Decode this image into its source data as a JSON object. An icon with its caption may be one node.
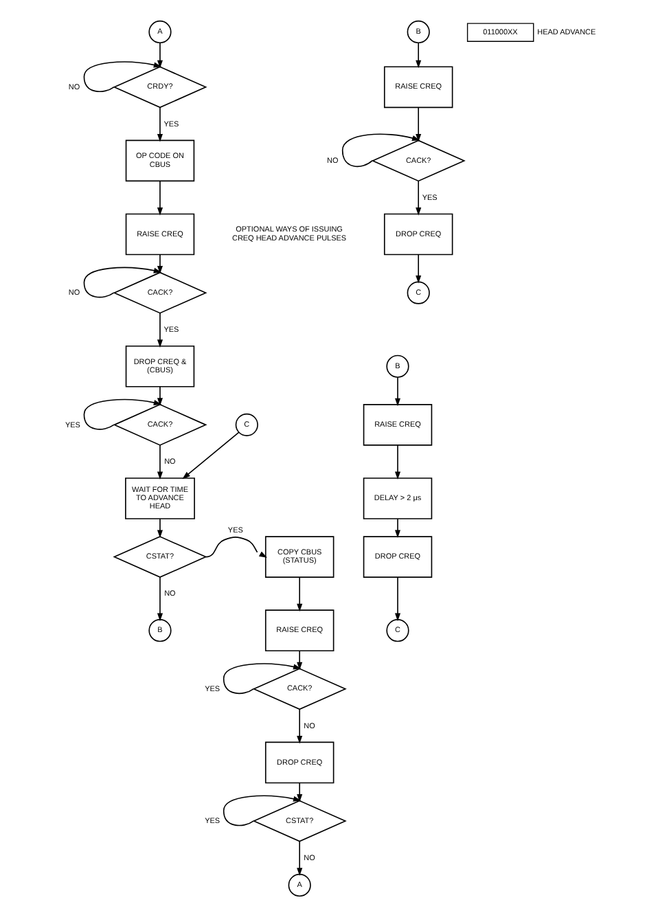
{
  "diagram": {
    "nodes": [
      {
        "text": [
          "A"
        ]
      },
      {
        "text": [
          "CRDY?"
        ]
      },
      {
        "text": [
          "OP CODE ON CBUS"
        ]
      },
      {
        "text": [
          "RAISE CREQ"
        ]
      },
      {
        "text": [
          "CACK?"
        ]
      },
      {
        "text": [
          "DROP CREQ & (CBUS)"
        ]
      },
      {
        "text": [
          "CACK?"
        ]
      },
      {
        "text": [
          "C"
        ]
      },
      {
        "text": [
          "WAIT FOR TIME TO ADVANCE HEAD"
        ]
      },
      {
        "text": [
          "CSTAT?"
        ]
      },
      {
        "text": [
          "B"
        ]
      },
      {
        "text": [
          "COPY CBUS (STATUS)"
        ]
      },
      {
        "text": [
          "RAISE CREQ"
        ]
      },
      {
        "text": [
          "CACK?"
        ]
      },
      {
        "text": [
          "DROP CREQ"
        ]
      },
      {
        "text": [
          "CSTAT?"
        ]
      },
      {
        "text": [
          "A"
        ]
      },
      {
        "text": [
          "B"
        ]
      },
      {
        "text": [
          "RAISE CREQ"
        ]
      },
      {
        "text": [
          "CACK?"
        ]
      },
      {
        "text": [
          "DROP CREQ"
        ]
      },
      {
        "text": [
          "C"
        ]
      },
      {
        "text": [
          "B"
        ]
      },
      {
        "text": [
          "RAISE CREQ"
        ]
      },
      {
        "text": [
          "DELAY > 2 μs"
        ]
      },
      {
        "text": [
          "DROP CREQ"
        ]
      },
      {
        "text": [
          "C"
        ]
      },
      {
        "text": [
          "011000XX"
        ],
        "beside": [
          "HEAD ADVANCE"
        ]
      }
    ],
    "edges": [
      {
        "from": 0,
        "to": 1,
        "arrow": "to"
      },
      {
        "from": 1,
        "to": 1,
        "arrow": "to",
        "label": "NO"
      },
      {
        "from": 1,
        "to": 2,
        "arrow": "to",
        "label": "YES"
      },
      {
        "from": 2,
        "to": 3,
        "arrow": "to"
      },
      {
        "from": 3,
        "to": 4,
        "arrow": "to"
      },
      {
        "from": 4,
        "to": 4,
        "arrow": "to",
        "label": "NO"
      },
      {
        "from": 4,
        "to": 5,
        "arrow": "to",
        "label": "YES"
      },
      {
        "from": 5,
        "to": 6,
        "arrow": "to"
      },
      {
        "from": 6,
        "to": 6,
        "arrow": "to",
        "label": "YES"
      },
      {
        "from": 6,
        "to": 8,
        "arrow": "to",
        "label": "NO"
      },
      {
        "from": 7,
        "to": 8,
        "arrow": "to"
      },
      {
        "from": 8,
        "to": 9,
        "arrow": "to"
      },
      {
        "from": 9,
        "to": 10,
        "arrow": "to",
        "label": "NO"
      },
      {
        "from": 9,
        "to": 11,
        "arrow": "to",
        "label": "YES"
      },
      {
        "from": 11,
        "to": 12,
        "arrow": "to"
      },
      {
        "from": 12,
        "to": 13,
        "arrow": "to"
      },
      {
        "from": 13,
        "to": 13,
        "arrow": "to",
        "label": "YES"
      },
      {
        "from": 13,
        "to": 14,
        "arrow": "to",
        "label": "NO"
      },
      {
        "from": 14,
        "to": 15,
        "arrow": "to"
      },
      {
        "from": 15,
        "to": 15,
        "arrow": "to",
        "label": "YES"
      },
      {
        "from": 15,
        "to": 16,
        "arrow": "to",
        "label": "NO"
      },
      {
        "from": 17,
        "to": 18,
        "arrow": "to"
      },
      {
        "from": 18,
        "to": 19,
        "arrow": "to"
      },
      {
        "from": 19,
        "to": 19,
        "arrow": "to",
        "label": "NO"
      },
      {
        "from": 19,
        "to": 20,
        "arrow": "to",
        "label": "YES"
      },
      {
        "from": 20,
        "to": 21,
        "arrow": "to"
      },
      {
        "from": 22,
        "to": 23,
        "arrow": "to"
      },
      {
        "from": 23,
        "to": 24,
        "arrow": "to"
      },
      {
        "from": 24,
        "to": 25,
        "arrow": "to"
      },
      {
        "from": 25,
        "to": 26,
        "arrow": "to"
      }
    ],
    "labels": [
      "OPTIONAL WAYS OF ISSUING CREQ HEAD ADVANCE PULSES"
    ]
  }
}
